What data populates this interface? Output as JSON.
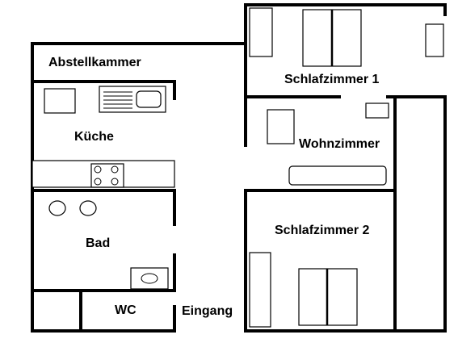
{
  "rooms": {
    "abstellkammer": "Abstellkammer",
    "kueche": "Küche",
    "bad": "Bad",
    "wc": "WC",
    "eingang": "Eingang",
    "schlafzimmer1": "Schlafzimmer 1",
    "wohnzimmer": "Wohnzimmer",
    "schlafzimmer2": "Schlafzimmer 2"
  }
}
